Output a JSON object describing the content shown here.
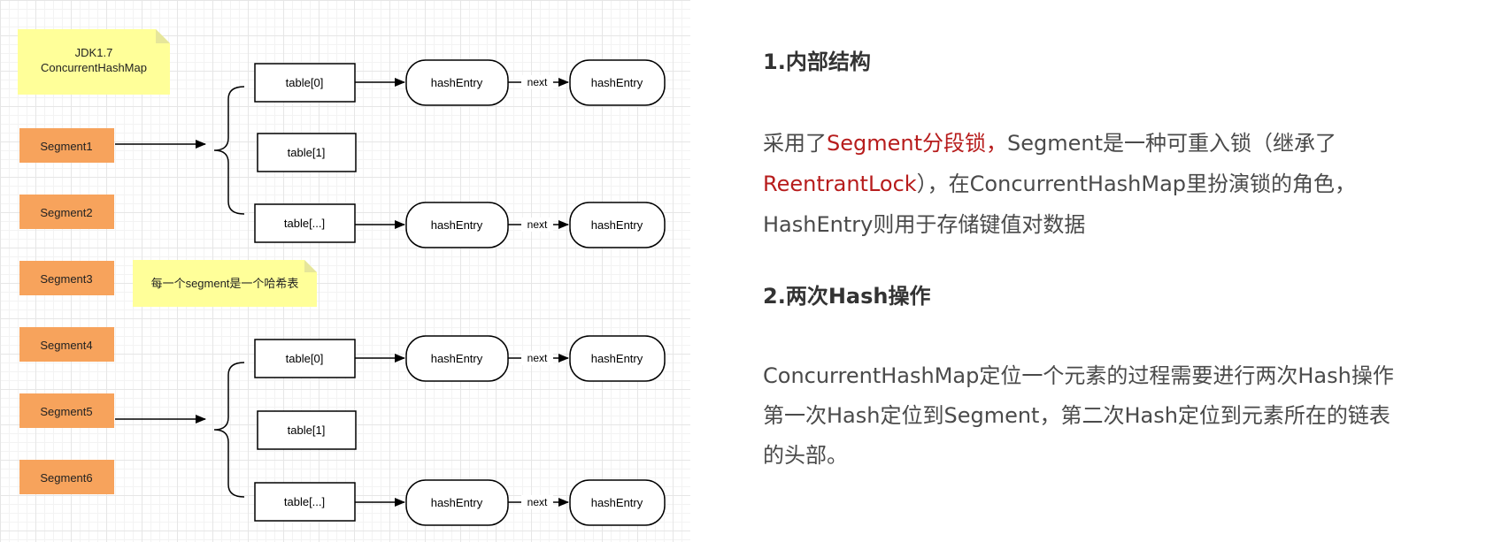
{
  "diagram": {
    "note_title": [
      "JDK1.7",
      "ConcurrentHashMap"
    ],
    "note_segment": "每一个segment是一个哈希表",
    "segments": [
      "Segment1",
      "Segment2",
      "Segment3",
      "Segment4",
      "Segment5",
      "Segment6"
    ],
    "table_labels": [
      "table[0]",
      "table[1]",
      "table[...]"
    ],
    "entry_label": "hashEntry",
    "next_label": "next",
    "colors": {
      "segment_fill": "#f7a35c",
      "note_fill": "#ffff99",
      "note_fold": "#e6e69a"
    }
  },
  "text": {
    "h1": "1.内部结构",
    "p1": {
      "l1_a": "采用了",
      "l1_hl": "Segment分段锁，",
      "l1_b": "Segment是一种可重入锁（继承了",
      "l2_hl": "ReentrantLock",
      "l2_b": "），在ConcurrentHashMap里扮演锁的角色，",
      "l3": "HashEntry则用于存储键值对数据"
    },
    "h2": "2.两次Hash操作",
    "p2": {
      "l1": "ConcurrentHashMap定位一个元素的过程需要进行两次Hash操作",
      "l2": "第一次Hash定位到Segment，第二次Hash定位到元素所在的链表",
      "l3": "的头部。"
    },
    "colors": {
      "highlight": "#b71c1c",
      "body": "#4a4a4a"
    }
  }
}
